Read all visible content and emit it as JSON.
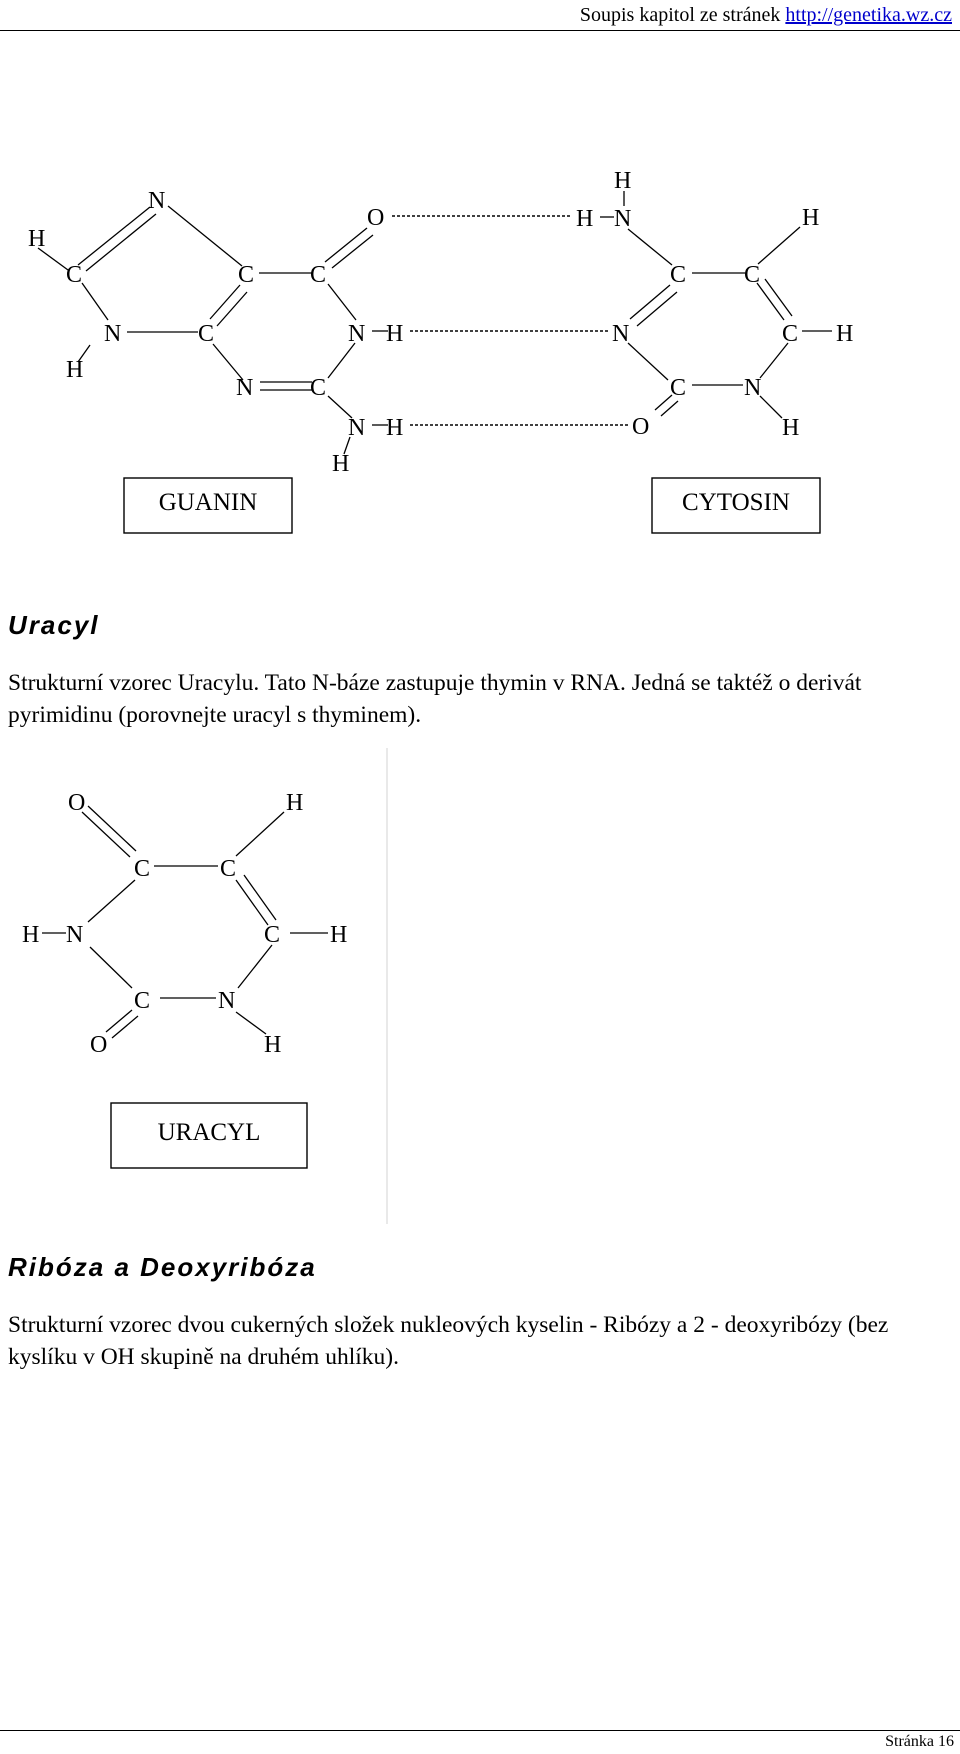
{
  "header": {
    "text": "Soupis kapitol ze stránek",
    "link": "http://genetika.wz.cz"
  },
  "figure_gc": {
    "guanin_label": "GUANIN",
    "cytosin_label": "CYTOSIN",
    "atoms": {
      "C": "C",
      "N": "N",
      "O": "O",
      "H": "H"
    }
  },
  "uracyl": {
    "heading": "Uracyl",
    "text": "Strukturní vzorec Uracylu. Tato N-báze zastupuje thymin v RNA. Jedná se taktéž o derivát pyrimidinu (porovnejte uracyl s thyminem).",
    "figure_label": "URACYL"
  },
  "ribose": {
    "heading": "Ribóza a Deoxyribóza",
    "text": "Strukturní vzorec dvou cukerných složek nukleových kyselin - Ribózy a 2 - deoxyribózy (bez kyslíku v OH skupině na druhém uhlíku)."
  },
  "footer": {
    "page_label": "Stránka 16"
  }
}
